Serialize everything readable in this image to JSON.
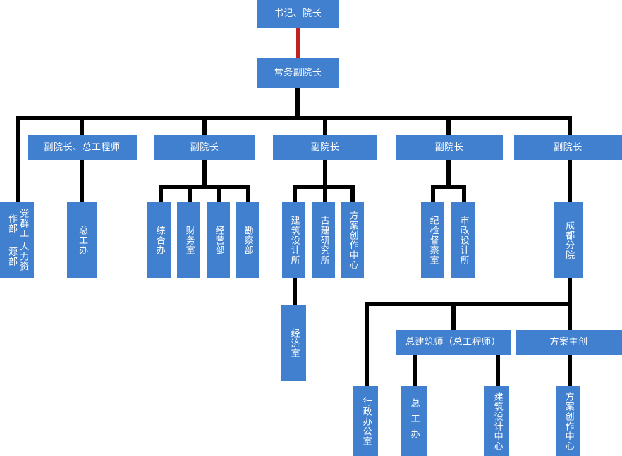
{
  "meta": {
    "title": "组织机构图",
    "box_color": "#4180CE",
    "connector_color": "#000000",
    "highlight_connector_color": "#C0201E",
    "text_color": "#FFFFFF",
    "background": "#FFFFFF"
  },
  "nodes": {
    "root": "书记、院长",
    "deputy_exec": "常务副院长",
    "level2": [
      "副院长、总工程师",
      "副院长",
      "副院长",
      "副院长",
      "副院长"
    ],
    "hr_dept_col1": "人力资源部",
    "hr_dept_col2": "党群工作部",
    "chief_eng_office": "总工办",
    "branch_a": [
      "综合办",
      "财务室",
      "经营部",
      "勘察部"
    ],
    "branch_b": [
      "建筑设计所",
      "古建研究所",
      "方案创作中心"
    ],
    "economics_office": "经济室",
    "branch_c": [
      "纪检督察室",
      "市政设计所"
    ],
    "chengdu_branch": "成都分院",
    "chief_architect": "总建筑师（总工程师）",
    "scheme_lead": "方案主创",
    "chengdu_children": [
      "行政办公室",
      "总工办",
      "建筑设计中心",
      "方案创作中心"
    ]
  }
}
